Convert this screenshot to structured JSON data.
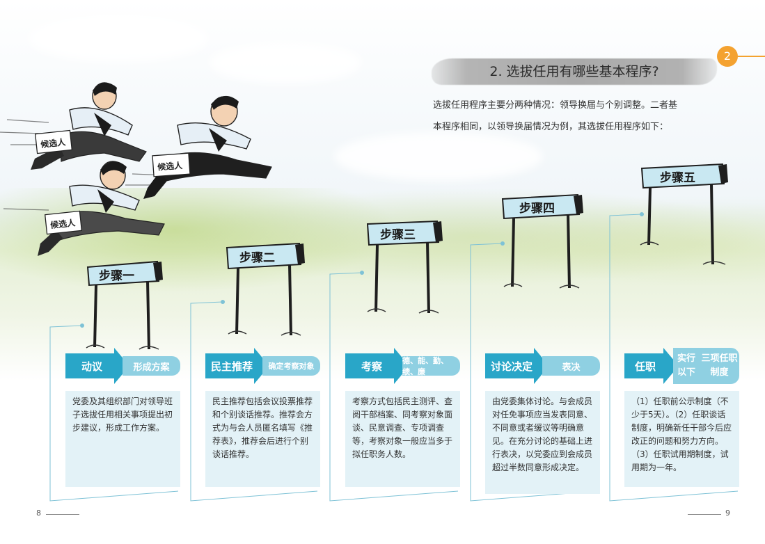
{
  "header": {
    "title": "2. 选拔任用有哪些基本程序?",
    "badge": "2",
    "accent_color": "#f4a230"
  },
  "intro": {
    "line1": "选拔任用程序主要分两种情况：领导换届与个别调整。二者基",
    "line2": "本程序相同，以领导换届情况为例，其选拔任用程序如下："
  },
  "illustration": {
    "runner_sign": "候选人"
  },
  "hurdles": [
    "步骤一",
    "步骤二",
    "步骤三",
    "步骤四",
    "步骤五"
  ],
  "steps": [
    {
      "name": "动议",
      "action": "形成方案",
      "desc": "党委及其组织部门对领导班子选拔任用相关事项提出初步建议，形成工作方案。"
    },
    {
      "name": "民主推荐",
      "action": "确定考察对象",
      "desc": "民主推荐包括会议投票推荐和个别谈话推荐。推荐会方式为与会人员匿名填写《推荐表》，推荐会后进行个别谈话推荐。"
    },
    {
      "name": "考察",
      "action": "德、能、勤、绩、廉",
      "desc": "考察方式包括民主测评、查阅干部档案、同考察对象面谈、民意调查、专项调查等，考察对象一般应当多于拟任职务人数。"
    },
    {
      "name": "讨论决定",
      "action": "表决",
      "desc": "由党委集体讨论。与会成员对任免事项应当发表同意、不同意或者缓议等明确意见。在充分讨论的基础上进行表决，以党委应到会成员超过半数同意形成决定。"
    },
    {
      "name": "任职",
      "action_line1": "实行以下",
      "action_line2": "三项任职制度",
      "desc": "（1）任职前公示制度（不少于5天）。（2）任职谈话制度，明确新任干部今后应改正的问题和努力方向。（3）任职试用期制度，试用期为一年。"
    }
  ],
  "colors": {
    "step_dark": "#29a6c8",
    "step_light": "#8fd0e2",
    "card_bg": "#e3f2f7",
    "hurdle_sign": "#c9e8f2"
  },
  "footer": {
    "page_left": "8",
    "page_right": "9"
  }
}
